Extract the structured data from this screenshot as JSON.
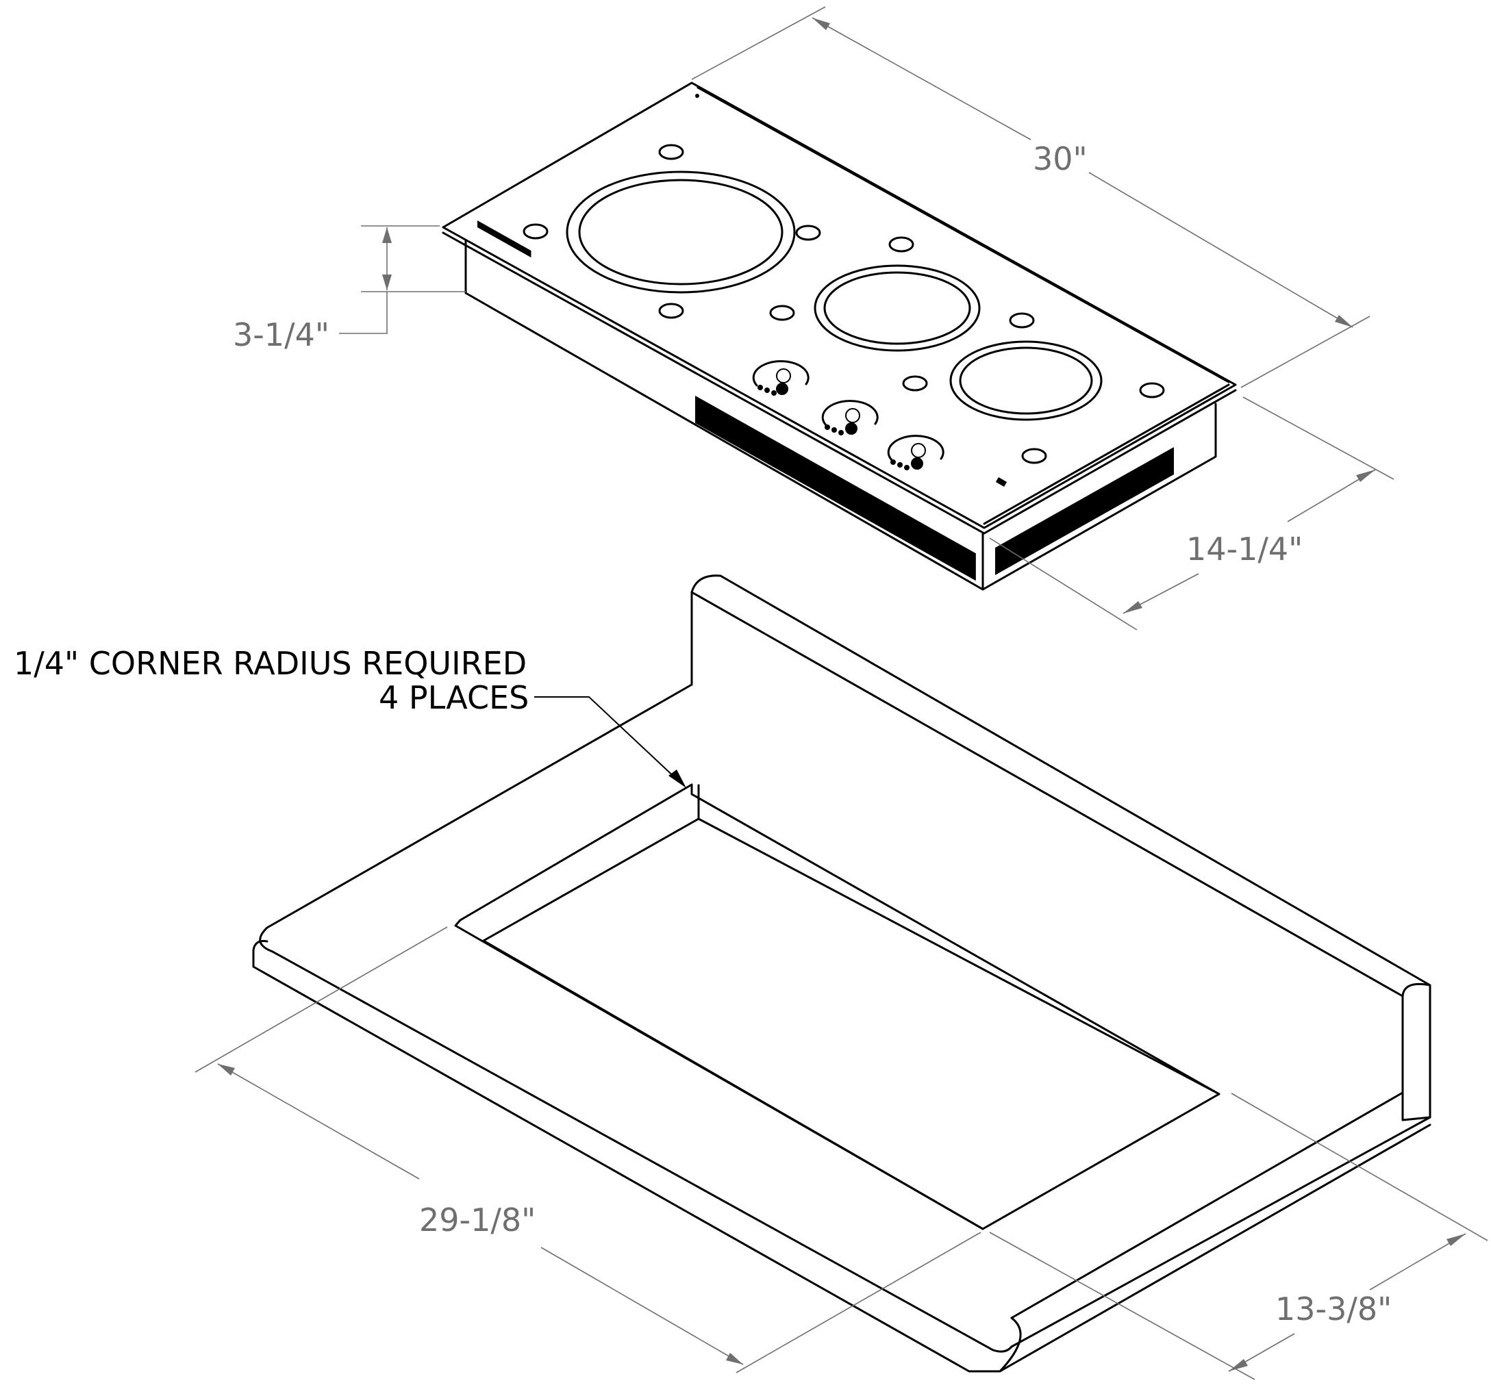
{
  "dimensions": {
    "width_30": "30\"",
    "height_3_1_4": "3-1/4\"",
    "depth_14_1_4": "14-1/4\"",
    "cutout_width": "29-1/8\"",
    "cutout_depth": "13-3/8\""
  },
  "note": {
    "line1": "1/4\" CORNER RADIUS REQUIRED",
    "line2": "4 PLACES"
  },
  "colors": {
    "outline": "#000000",
    "dimension": "#6f6f6f",
    "background": "#ffffff"
  }
}
